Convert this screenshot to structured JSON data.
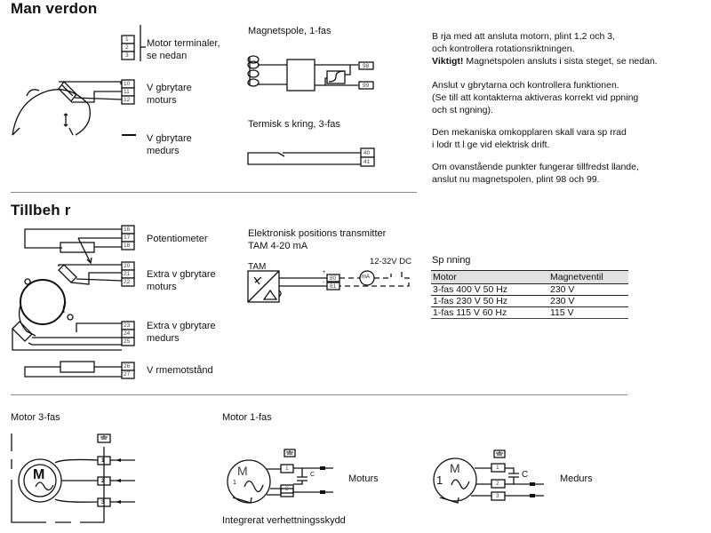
{
  "sections": {
    "manoverdon": {
      "title": "Man  verdon",
      "labels": {
        "motor_terminals": [
          "Motor terminaler,",
          "se nedan"
        ],
        "limit_ccw": [
          "V  gbrytare",
          "moturs"
        ],
        "limit_cw": [
          "V  gbrytare",
          "medurs"
        ],
        "magnet_coil": "Magnetspole, 1-fas",
        "thermal_fuse": "Termisk s  kring, 3-fas"
      },
      "terminals": {
        "motor": [
          "1",
          "2",
          "3"
        ],
        "limit_ccw": [
          "10",
          "11",
          "12"
        ],
        "coil": [
          "98",
          "99"
        ],
        "thermal": [
          "40",
          "41"
        ]
      },
      "instructions": [
        {
          "lines": [
            "B  rja med att ansluta motorn, plint 1,2 och 3,",
            "och kontrollera rotationsriktningen."
          ],
          "bold_prefix": "Viktigt!",
          "bold_rest": " Magnetspolen ansluts i sista steget, se nedan."
        },
        {
          "lines": [
            "Anslut v  gbrytarna och kontrollera funktionen.",
            "(Se till att kontakterna aktiveras korrekt vid    ppning",
            "och st  ngning)."
          ]
        },
        {
          "lines": [
            "Den mekaniska omkopplaren skall vara sp  rrad",
            "i lodr  tt l  ge vid elektrisk drift."
          ]
        },
        {
          "lines": [
            "Om ovanstående punkter fungerar tillfredst  llande,",
            "anslut nu magnetspolen, plint 98 och 99."
          ]
        }
      ]
    },
    "tillbehor": {
      "title": "Tillbeh  r",
      "labels": {
        "potentiometer": "Potentiometer",
        "extra_ccw": [
          "Extra v  gbrytare",
          "moturs"
        ],
        "extra_cw": [
          "Extra v  gbrytare",
          "medurs"
        ],
        "heater": "V  rmemotstånd",
        "tam_title": [
          "Elektronisk positions transmitter",
          "TAM 4-20 mA"
        ],
        "tam": "TAM",
        "supply": "12-32V DC",
        "ma": "mA",
        "plus": "+",
        "minus": "-"
      },
      "terminals": {
        "pot": [
          "16",
          "17",
          "18"
        ],
        "extra_ccw": [
          "20",
          "21",
          "22"
        ],
        "extra_cw": [
          "23",
          "24",
          "25"
        ],
        "heater": [
          "26",
          "27"
        ],
        "tam": [
          "80",
          "81"
        ]
      },
      "voltage_table": {
        "caption": "Sp  nning",
        "headers": [
          "Motor",
          "Magnetventil"
        ],
        "rows": [
          [
            "3-fas 400 V 50 Hz",
            "230 V"
          ],
          [
            "1-fas 230 V 50 Hz",
            "230 V"
          ],
          [
            "1-fas 115 V 60 Hz",
            "115 V"
          ]
        ]
      }
    },
    "motors": {
      "three_phase": {
        "title": "Motor 3-fas",
        "symbol": "M",
        "terminals": [
          "1",
          "2",
          "3"
        ]
      },
      "single_phase": {
        "title": "Motor 1-fas",
        "symbol": "M",
        "phase": "1",
        "capacitor": "C",
        "terminals": [
          "1",
          "2",
          "3"
        ],
        "ccw_label": "Moturs",
        "cw_label": "Medurs",
        "footer": "Integrerat   verhettningsskydd"
      }
    }
  }
}
